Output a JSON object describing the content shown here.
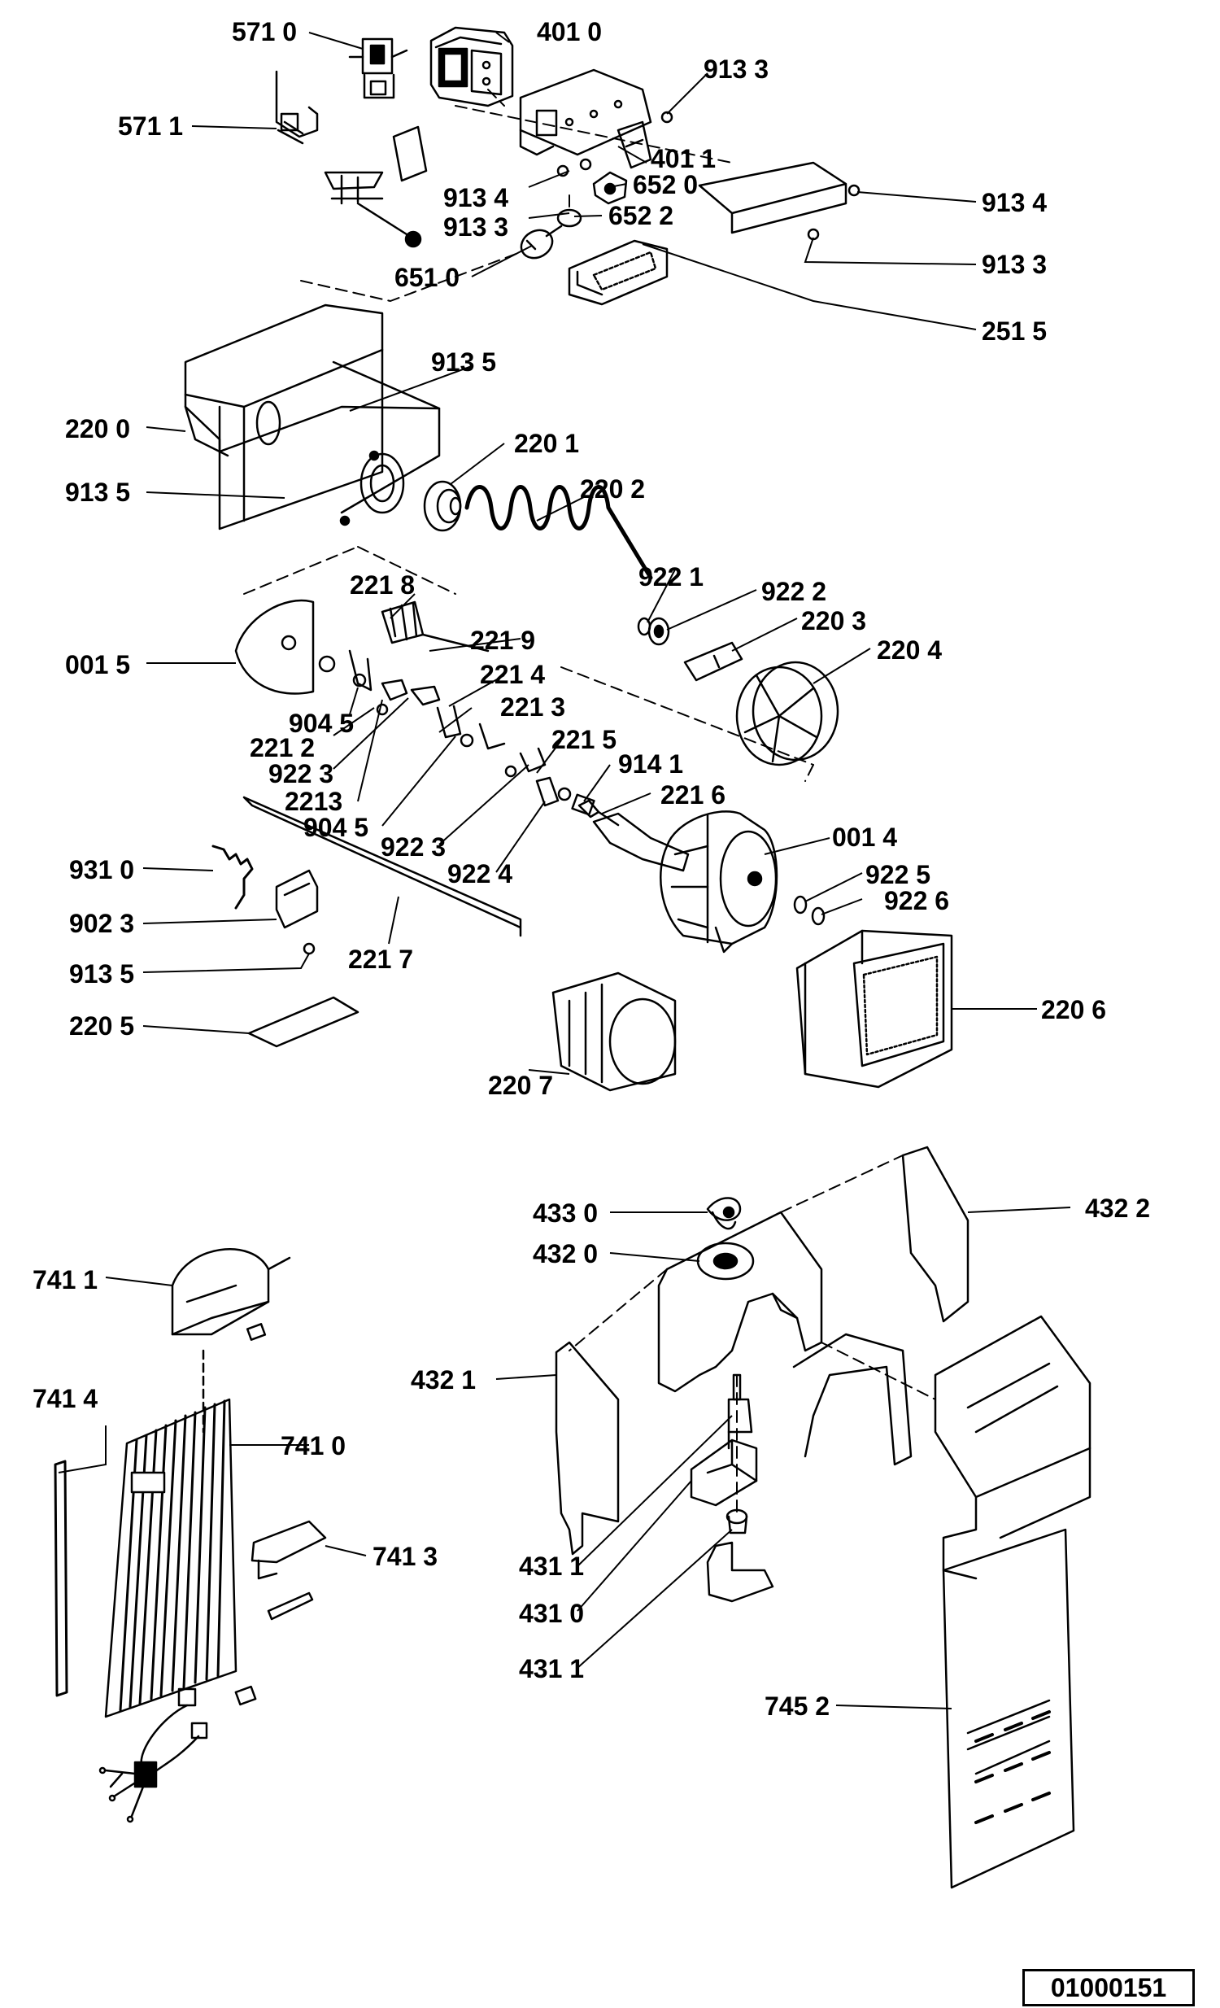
{
  "drawing_number": "01000151",
  "labels": {
    "p5710": "571 0",
    "p4010": "401 0",
    "p5711": "571 1",
    "p9133a": "913 3",
    "p4011": "401 1",
    "p9134a": "913 4",
    "p6520": "652 0",
    "p9133b": "913 3",
    "p6522": "652 2",
    "p9134b": "913 4",
    "p6510": "651 0",
    "p9133c": "913 3",
    "p2515": "251 5",
    "p9135a": "913 5",
    "p2200": "220 0",
    "p2201": "220 1",
    "p9135b": "913 5",
    "p2202": "220 2",
    "p2218": "221 8",
    "p9221": "922 1",
    "p9222": "922 2",
    "p2219": "221 9",
    "p2203": "220 3",
    "p0015": "001 5",
    "p2214": "221 4",
    "p2204": "220 4",
    "p9045a": "904 5",
    "p2213a": "221 3",
    "p2212": "221 2",
    "p9223a": "922 3",
    "p2215": "221 5",
    "p9141": "914 1",
    "p2213b": "2213",
    "p2216": "221 6",
    "p9045b": "904 5",
    "p9223b": "922 3",
    "p9224": "922 4",
    "p0014": "001 4",
    "p9310": "931 0",
    "p9225": "922 5",
    "p9023": "902 3",
    "p9226": "922 6",
    "p9135c": "913 5",
    "p2217": "221 7",
    "p2206": "220 6",
    "p2205": "220 5",
    "p2207": "220 7",
    "p4330": "433 0",
    "p4322": "432 2",
    "p4320": "432 0",
    "p7411": "741 1",
    "p4321": "432 1",
    "p7414": "741 4",
    "p7410": "741 0",
    "p7413": "741 3",
    "p4311a": "431 1",
    "p4310": "431 0",
    "p4311b": "431 1",
    "p7452": "745 2"
  }
}
